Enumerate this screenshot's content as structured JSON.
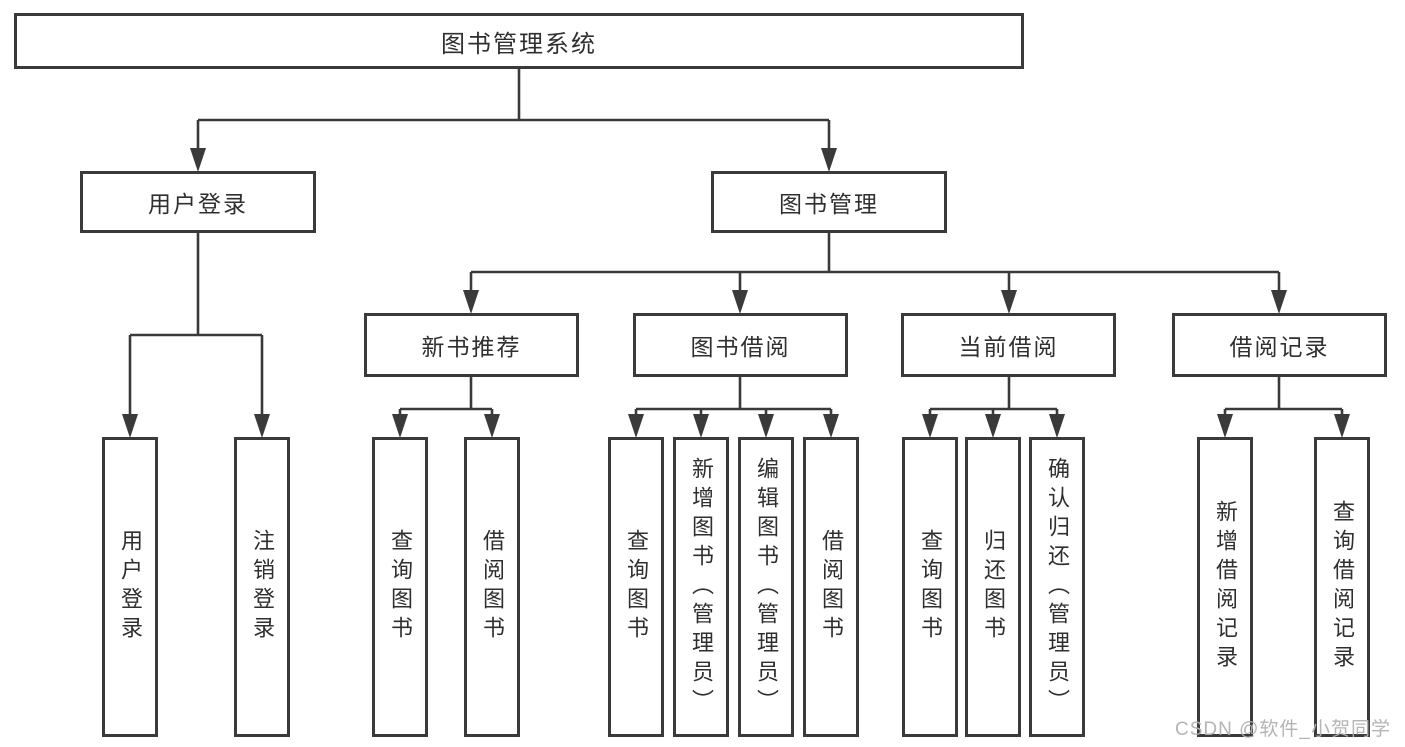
{
  "diagram": {
    "title": "图书管理系统",
    "level2": [
      {
        "label": "用户登录"
      },
      {
        "label": "图书管理"
      }
    ],
    "level3": [
      {
        "label": "新书推荐"
      },
      {
        "label": "图书借阅"
      },
      {
        "label": "当前借阅"
      },
      {
        "label": "借阅记录"
      }
    ],
    "leaves": {
      "user_login": [
        {
          "label": "用户登录"
        },
        {
          "label": "注销登录"
        }
      ],
      "new_books": [
        {
          "label": "查询图书"
        },
        {
          "label": "借阅图书"
        }
      ],
      "book_borrow": [
        {
          "label": "查询图书"
        },
        {
          "label": "新增图书（管理员）"
        },
        {
          "label": "编辑图书（管理员）"
        },
        {
          "label": "借阅图书"
        }
      ],
      "current_borrow": [
        {
          "label": "查询图书"
        },
        {
          "label": "归还图书"
        },
        {
          "label": "确认归还（管理员）"
        }
      ],
      "borrow_records": [
        {
          "label": "新增借阅记录"
        },
        {
          "label": "查询借阅记录"
        }
      ]
    },
    "watermark": "CSDN @软件_小贺同学",
    "colors": {
      "line": "#3a3a3a",
      "text": "#2f2f2f",
      "watermark": "#b0b0b0",
      "background": "#ffffff"
    }
  }
}
